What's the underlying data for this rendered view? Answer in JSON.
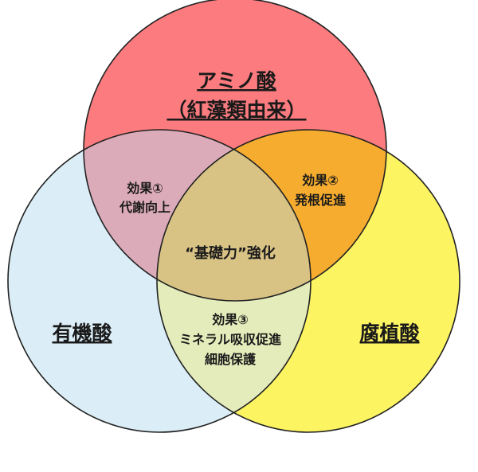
{
  "circles": {
    "top": {
      "title": "アミノ酸",
      "subtitle": "（紅藻類由来）",
      "color": "#fb7b7e"
    },
    "left": {
      "title": "有機酸",
      "color": "#dbeef7"
    },
    "right": {
      "title": "腐植酸",
      "color": "#fdf462"
    }
  },
  "overlaps": {
    "top_left": {
      "line1": "効果①",
      "line2": "代謝向上",
      "color": "#dcabb9"
    },
    "top_right": {
      "line1": "効果②",
      "line2": "発根促進",
      "color": "#f6ac2e"
    },
    "left_right": {
      "line1": "効果③",
      "line2": "ミネラル吸収促進",
      "line3": "細胞保護",
      "color": "#e3ecba"
    },
    "center": {
      "text": "“基礎力”強化",
      "color": "#d8c385",
      "text_color": "#e8191c"
    }
  },
  "outline_color": "#222222"
}
